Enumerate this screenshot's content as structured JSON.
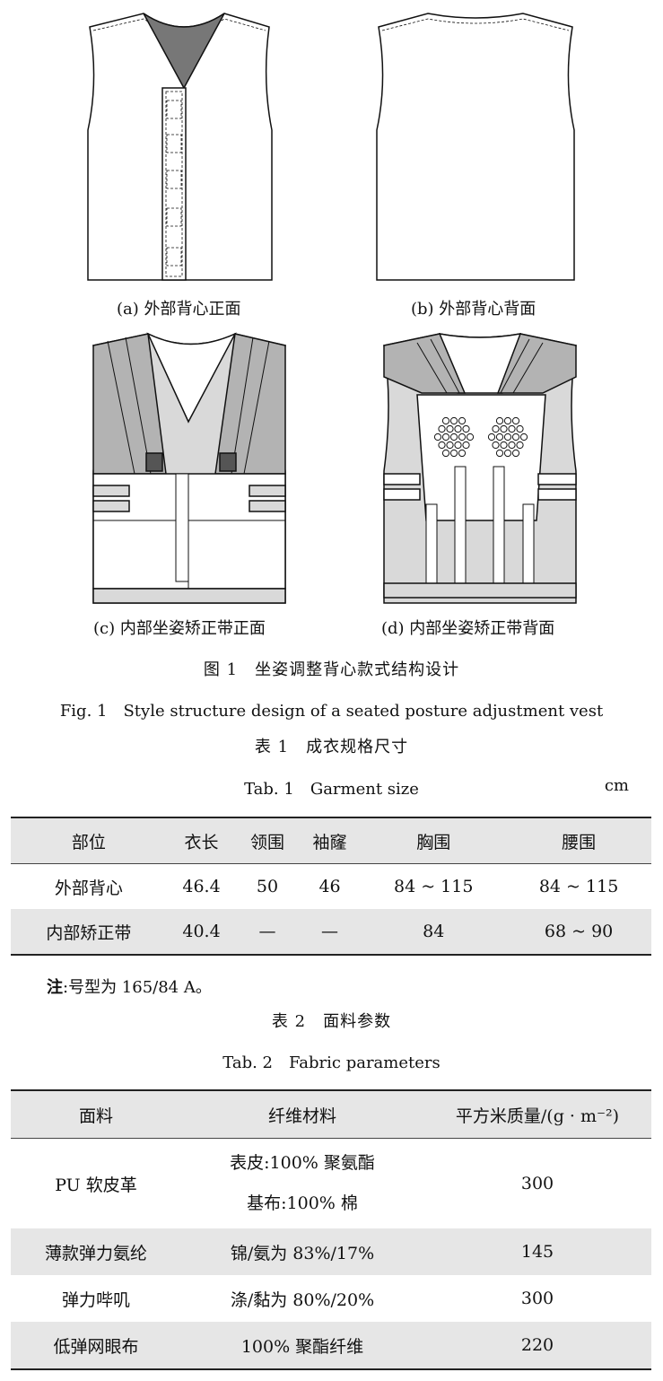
{
  "figure": {
    "subcaptions": {
      "a": "(a) 外部背心正面",
      "b": "(b) 外部背心背面",
      "c": "(c) 内部坐姿矫正带正面",
      "d": "(d) 内部坐姿矫正带背面"
    },
    "caption_cn": "图 1　坐姿调整背心款式结构设计",
    "caption_en": "Fig. 1　Style structure design of a seated posture adjustment vest"
  },
  "table1": {
    "caption_cn": "表 1　成衣规格尺寸",
    "caption_en": "Tab. 1　Garment size",
    "unit": "cm",
    "headers": [
      "部位",
      "衣长",
      "领围",
      "袖窿",
      "胸围",
      "腰围"
    ],
    "rows": [
      [
        "外部背心",
        "46.4",
        "50",
        "46",
        "84 ~ 115",
        "84 ~ 115"
      ],
      [
        "内部矫正带",
        "40.4",
        "—",
        "—",
        "84",
        "68 ~ 90"
      ]
    ],
    "note_label": "注",
    "note_text": ":号型为 165/84 A。"
  },
  "table2": {
    "caption_cn": "表 2　面料参数",
    "caption_en": "Tab. 2　Fabric parameters",
    "headers": [
      "面料",
      "纤维材料",
      "平方米质量/(g · m⁻²)"
    ],
    "rows": [
      {
        "fabric": "PU 软皮革",
        "fiber": [
          "表皮:100% 聚氨酯",
          "基布:100% 棉"
        ],
        "weight": "300"
      },
      {
        "fabric": "薄款弹力氨纶",
        "fiber": [
          "锦/氨为 83%/17%"
        ],
        "weight": "145"
      },
      {
        "fabric": "弹力哔叽",
        "fiber": [
          "涤/黏为 80%/20%"
        ],
        "weight": "300"
      },
      {
        "fabric": "低弹网眼布",
        "fiber": [
          "100% 聚酯纤维"
        ],
        "weight": "220"
      }
    ]
  },
  "colors": {
    "panel_light": "#d9d9d9",
    "panel_mid": "#b3b3b3",
    "neck_dark": "#777777",
    "table_shade": "#e6e6e6"
  }
}
